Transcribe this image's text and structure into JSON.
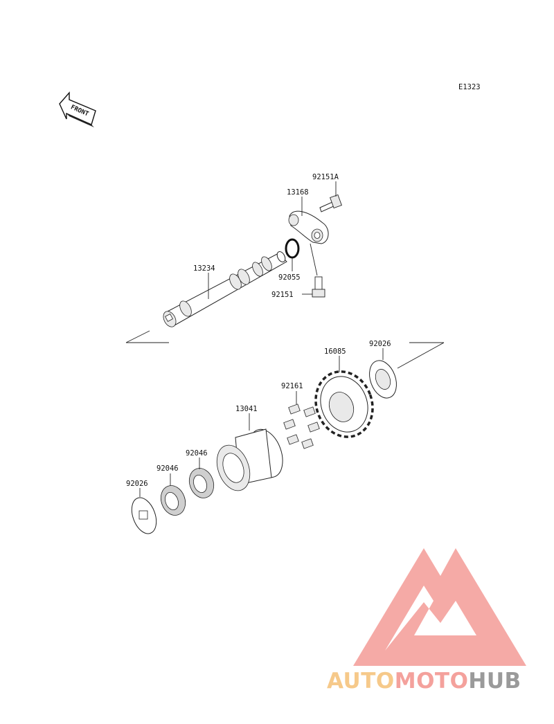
{
  "diagram": {
    "code": "E1323",
    "front_label": "FRONT",
    "parts": {
      "p92151A": "92151A",
      "p13168": "13168",
      "p13234": "13234",
      "p92055": "92055",
      "p92151": "92151",
      "p92026_top": "92026",
      "p16085": "16085",
      "p92161": "92161",
      "p13041": "13041",
      "p92046_a": "92046",
      "p92046_b": "92046",
      "p92026_bottom": "92026"
    }
  },
  "watermark": {
    "word_auto": "AUTO",
    "word_moto": "MOTO",
    "word_hub": "HUB",
    "colors": {
      "logo": "#f4a19c",
      "auto": "#f6c98a",
      "moto": "#f4a19c",
      "hub": "#9a9a9a"
    }
  }
}
